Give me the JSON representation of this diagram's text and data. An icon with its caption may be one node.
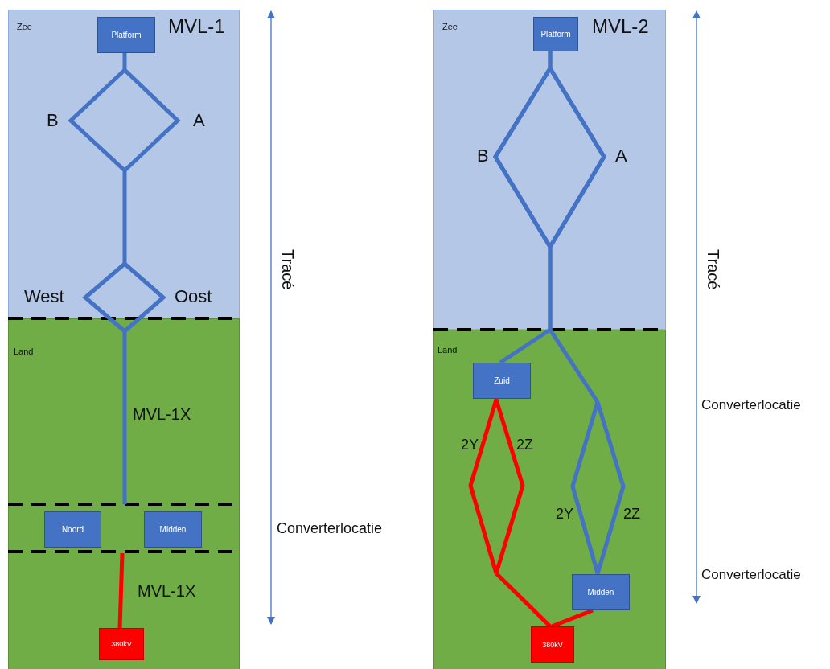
{
  "diagram": {
    "nodes": [
      {
        "text": [
          "Zee",
          "MVL-1"
        ]
      },
      {
        "text": [
          "Platform"
        ],
        "in": 0
      },
      {
        "text": [
          "Land"
        ]
      },
      {
        "text": [
          "Noord"
        ],
        "in": 2
      },
      {
        "text": [
          "Midden"
        ],
        "in": 2
      },
      {
        "text": [
          "380kV"
        ],
        "in": 2
      },
      {
        "text": [
          "Zee",
          "MVL-2"
        ]
      },
      {
        "text": [
          "Platform"
        ],
        "in": 6
      },
      {
        "text": [
          "Land"
        ]
      },
      {
        "text": [
          "Zuid"
        ],
        "in": 8
      },
      {
        "text": [
          "Midden"
        ],
        "in": 8
      },
      {
        "text": [
          "380kV"
        ],
        "in": 8
      }
    ],
    "edges": [
      {
        "from": 1,
        "to": null,
        "arrow": "none"
      },
      {
        "from": null,
        "to": 5,
        "arrow": "none",
        "color": "#ff0000"
      },
      {
        "from": 7,
        "to": 9,
        "arrow": "none"
      },
      {
        "from": 7,
        "to": 10,
        "arrow": "none"
      },
      {
        "from": 9,
        "to": 11,
        "arrow": "none",
        "color": "#ff0000"
      },
      {
        "from": 10,
        "to": 11,
        "arrow": "none",
        "color": "#ff0000"
      }
    ],
    "labels": [
      "B",
      "A",
      "West",
      "Oost",
      "MVL-1X",
      "MVL-1X",
      "Tracé",
      "Converterlocatie",
      "B",
      "A",
      "2Y",
      "2Z",
      "2Y",
      "2Z",
      "Tracé",
      "Converterlocatie",
      "Converterlocatie"
    ]
  }
}
